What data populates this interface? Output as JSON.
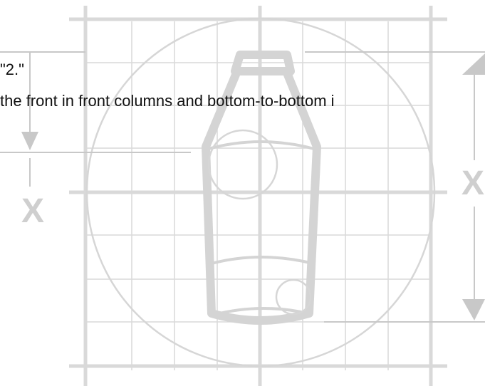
{
  "text": {
    "line1": "\"2.\"",
    "line2": "the front in front columns and bottom-to-bottom i"
  },
  "labels": {
    "left_dimension": "X",
    "right_dimension": "X"
  },
  "colors": {
    "grid": "#d9d9d9",
    "illustration": "#d4d4d4",
    "text": "#111111"
  }
}
